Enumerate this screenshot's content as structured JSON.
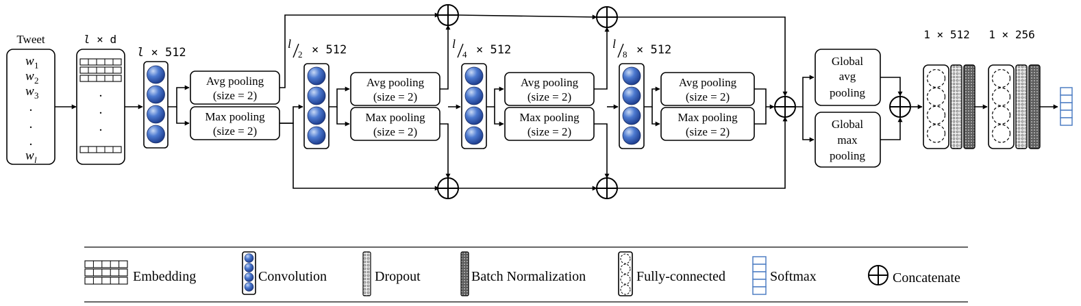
{
  "colors": {
    "conv_ball": "#3f6fc5",
    "softmax": "#4f7fc4",
    "dropout": "#c8c8c8",
    "batchnorm": "#777777",
    "line": "#000000"
  },
  "input": {
    "title": "Tweet",
    "tokens": [
      {
        "base": "w",
        "sub": "1"
      },
      {
        "base": "w",
        "sub": "2"
      },
      {
        "base": "w",
        "sub": "3"
      },
      {
        "base": "w",
        "sub": "l"
      }
    ],
    "dots": ".",
    "embedding_dim": {
      "base": "l",
      "rest": " × d"
    }
  },
  "stages": [
    {
      "label_main": "l",
      "label_rest": " × 512"
    },
    {
      "label_main": "l",
      "label_den": "2",
      "label_rest": "× 512"
    },
    {
      "label_main": "l",
      "label_den": "4",
      "label_rest": "× 512"
    },
    {
      "label_main": "l",
      "label_den": "8",
      "label_rest": "× 512"
    }
  ],
  "pooling": {
    "avg_line1": "Avg pooling",
    "max_line1": "Max pooling",
    "size_line": "(size = 2)"
  },
  "global_pooling": {
    "avg": [
      "Global",
      "avg",
      "pooling"
    ],
    "max": [
      "Global",
      "max",
      "pooling"
    ]
  },
  "dense_labels": [
    "1 × 512",
    "1 × 256"
  ],
  "legend": [
    {
      "icon": "embedding",
      "label": "Embedding"
    },
    {
      "icon": "convolution",
      "label": "Convolution"
    },
    {
      "icon": "dropout",
      "label": "Dropout"
    },
    {
      "icon": "batchnorm",
      "label": "Batch Normalization"
    },
    {
      "icon": "fully-connected",
      "label": "Fully-connected"
    },
    {
      "icon": "softmax",
      "label": "Softmax"
    },
    {
      "icon": "concatenate",
      "label": "Concatenate"
    }
  ]
}
